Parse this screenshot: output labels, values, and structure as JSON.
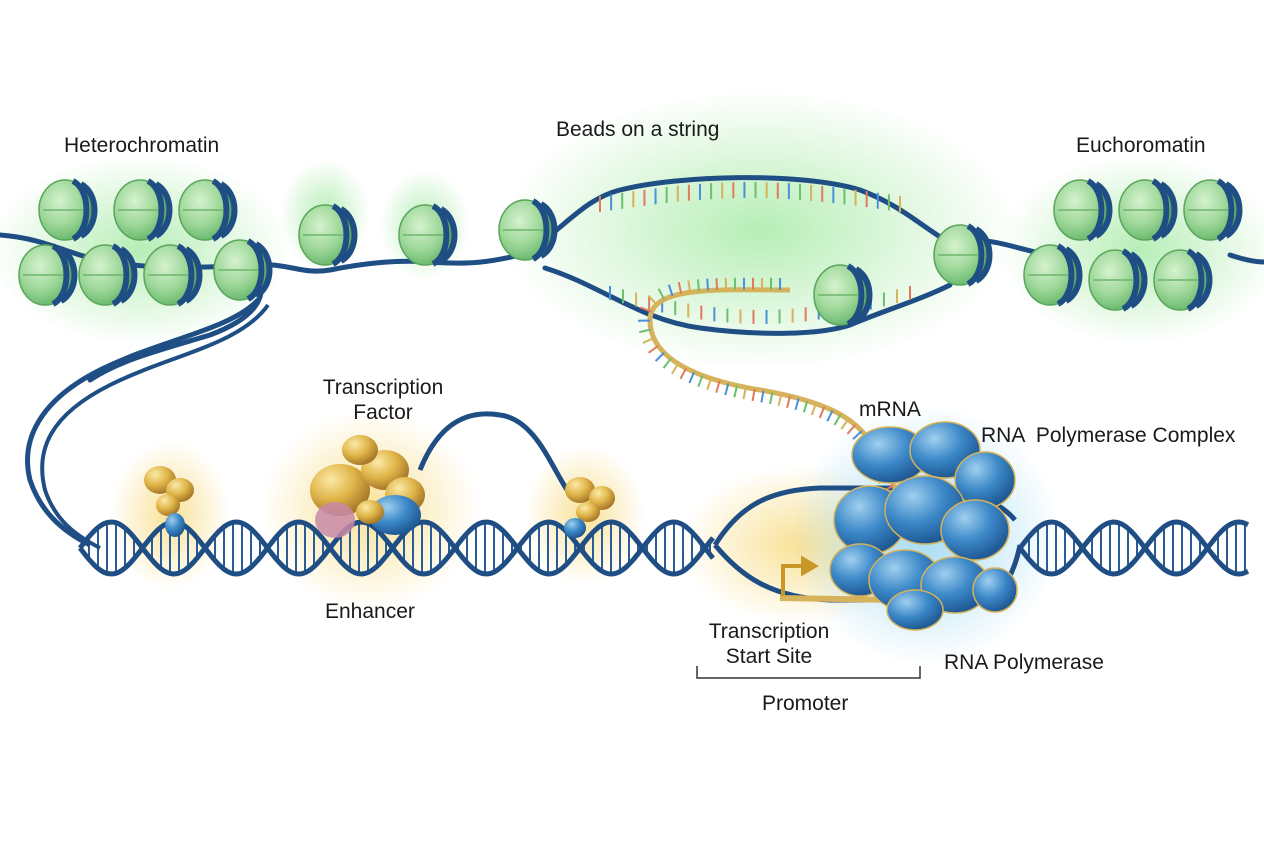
{
  "labels": {
    "heterochromatin": "Heterochromatin",
    "beads_on_a_string": "Beads on a string",
    "euchromatin": "Euchoromatin",
    "transcription_factor": [
      "Transcription",
      "Factor"
    ],
    "mrna": "mRNA",
    "rna_polymerase_complex": "RNA  Polymerase Complex",
    "enhancer": "Enhancer",
    "transcription_start_site": [
      "Transcription",
      "Start Site"
    ],
    "rna_polymerase": "RNA Polymerase",
    "promoter": "Promoter"
  },
  "colors": {
    "dna_backbone": "#1f4e85",
    "dna_rung": "#2a5d95",
    "nucleosome_green": "#9fd89a",
    "nucleosome_glow": "#7be07a",
    "mrna_gold": "#d6b25a",
    "factor_gold": "#d8a93a",
    "polymerase_blue": "#3c88c8",
    "polymerase_glow": "#8fd3f0"
  }
}
